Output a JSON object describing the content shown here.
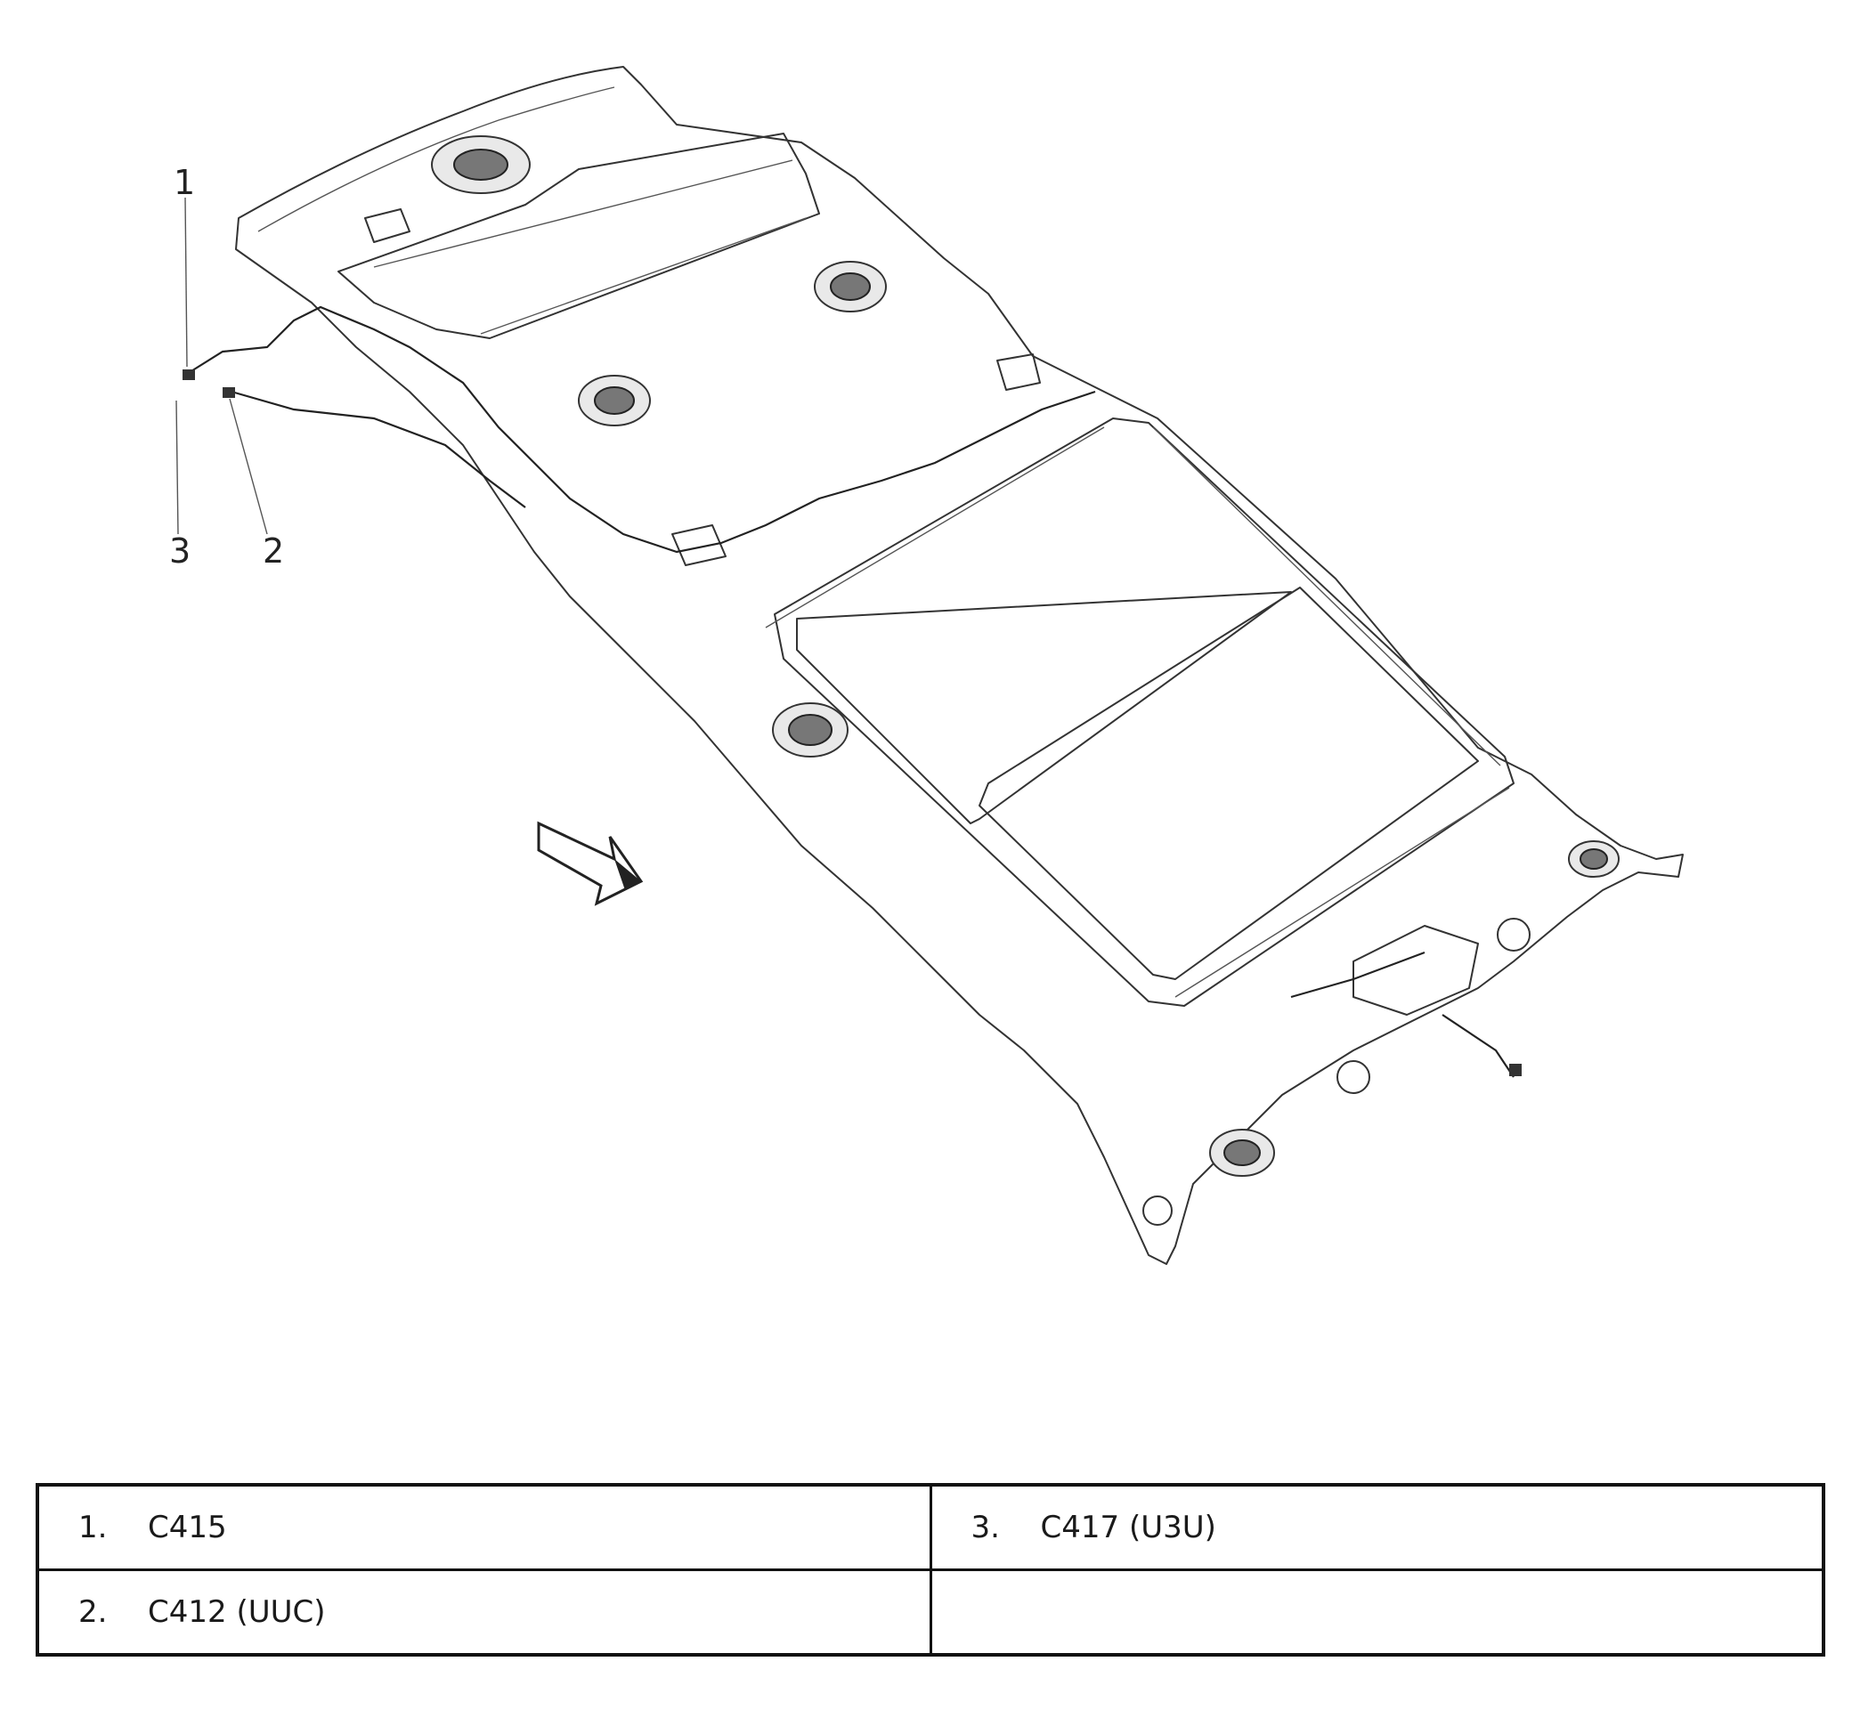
{
  "callouts": [
    {
      "number": "1"
    },
    {
      "number": "2"
    },
    {
      "number": "3"
    }
  ],
  "legend": {
    "rows": [
      [
        {
          "number": "1.",
          "text": "C415"
        },
        {
          "number": "3.",
          "text": "C417 (U3U)"
        }
      ],
      [
        {
          "number": "2.",
          "text": "C412 (UUC)"
        },
        {
          "number": "",
          "text": ""
        }
      ]
    ]
  },
  "icons": [
    "front-direction-arrow-icon",
    "speaker-grille-icon",
    "connector-icon"
  ],
  "colors": {
    "line": "#333333",
    "background": "#ffffff",
    "table_border": "#111111"
  }
}
